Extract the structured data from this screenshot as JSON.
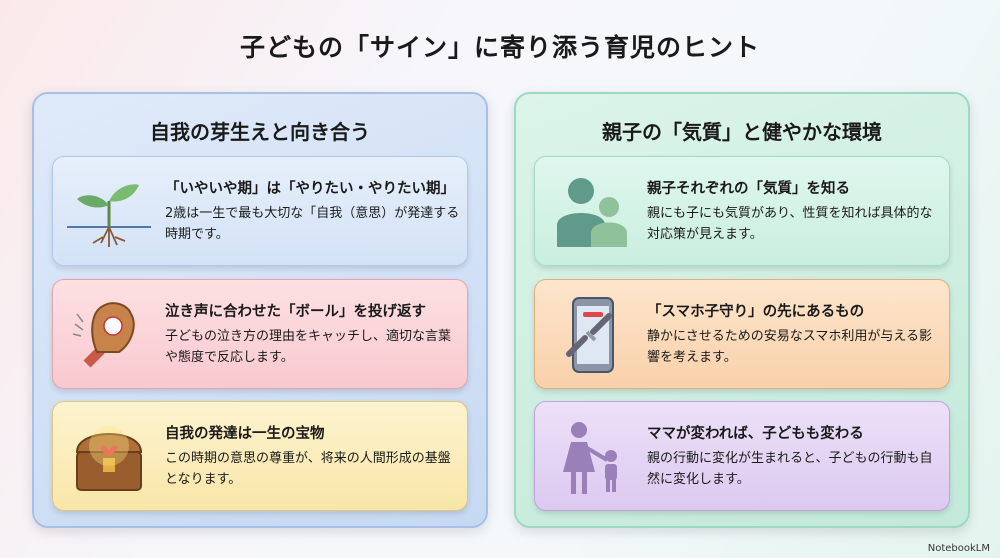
{
  "title": "子どもの「サイン」に寄り添う育児のヒント",
  "left": {
    "heading": "自我の芽生えと向き合う",
    "cards": [
      {
        "title": "「いやいや期」は「やりたい・やりたい期」",
        "body": "2歳は一生で最も大切な「自我（意思）が発達する時期です。",
        "icon": "sprout-icon"
      },
      {
        "title": "泣き声に合わせた「ボール」を投げ返す",
        "body": "子どもの泣き方の理由をキャッチし、適切な言葉や態度で反応します。",
        "icon": "baseball-glove-icon"
      },
      {
        "title": "自我の発達は一生の宝物",
        "body": "この時期の意思の尊重が、将来の人間形成の基盤となります。",
        "icon": "treasure-chest-icon"
      }
    ]
  },
  "right": {
    "heading": "親子の「気質」と健やかな環境",
    "cards": [
      {
        "title": "親子それぞれの「気質」を知る",
        "body": "親にも子にも気質があり、性質を知れば具体的な対応策が見えます。",
        "icon": "parent-child-icon"
      },
      {
        "title": "「スマホ子守り」の先にあるもの",
        "body": "静かにさせるための安易なスマホ利用が与える影響を考えます。",
        "icon": "smartphone-chain-icon"
      },
      {
        "title": "ママが変われば、子どもも変わる",
        "body": "親の行動に変化が生まれると、子どもの行動も自然に変化します。",
        "icon": "mother-child-icon"
      }
    ]
  },
  "footer": "NotebookLM"
}
